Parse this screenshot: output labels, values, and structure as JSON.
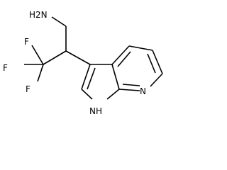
{
  "molecule": {
    "labels": {
      "amine": "H2N",
      "fluorine_top": "F",
      "fluorine_left": "F",
      "fluorine_bottom": "F",
      "pyridine_nitrogen": "N",
      "pyrrole_nh": "NH"
    },
    "colors": {
      "bond": "#000000",
      "text": "#000000",
      "background": "#ffffff"
    }
  }
}
